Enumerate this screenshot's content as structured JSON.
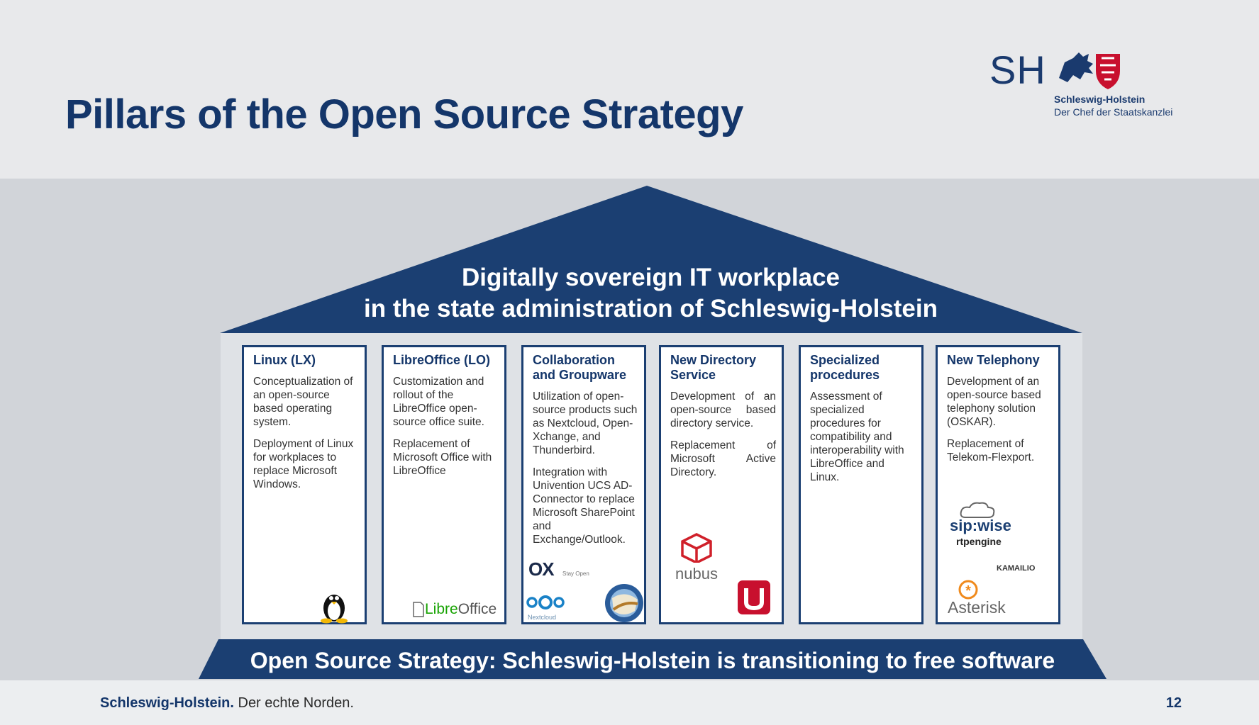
{
  "title": "Pillars of the Open Source Strategy",
  "logo": {
    "abbr": "SH",
    "line1": "Schleswig-Holstein",
    "line2": "Der Chef der Staatskanzlei"
  },
  "roof": {
    "line1": "Digitally sovereign IT workplace",
    "line2": "in the state administration of Schleswig-Holstein"
  },
  "pillars": [
    {
      "heading": "Linux (LX)",
      "p1": "Conceptualization of an open-source based operating system.",
      "p2": "Deployment of Linux for workplaces to replace Microsoft Windows."
    },
    {
      "heading": "LibreOffice (LO)",
      "p1": "Customization and rollout of the LibreOffice open-source office suite.",
      "p2": "Replacement of Microsoft Office with LibreOffice"
    },
    {
      "heading": "Collaboration and Groupware",
      "p1": "Utilization of open-source products such as Nextcloud, Open-Xchange, and Thunderbird.",
      "p2": "Integration with Univention UCS AD-Connector to replace Microsoft SharePoint and Exchange/Outlook."
    },
    {
      "heading": "New Directory Service",
      "p1": "Development of an open-source based directory service.",
      "p2": "Replacement of Microsoft Active Directory."
    },
    {
      "heading": "Specialized procedures",
      "p1": "Assessment of specialized procedures for compatibility and interoperability with LibreOffice and Linux.",
      "p2": ""
    },
    {
      "heading": "New Telephony",
      "p1": "Development of an open-source based telephony solution (OSKAR).",
      "p2": "Replacement of Telekom-Flexport."
    }
  ],
  "logos": {
    "libreoffice_a": "Libre",
    "libreoffice_b": "Office",
    "ox": "OX",
    "ox_tag": "Stay Open",
    "nextcloud": "Nextcloud",
    "nubus": "nubus",
    "sipwise": "sip:wise",
    "rtpengine": "rtpengine",
    "kamailio": "KAMAILIO",
    "asterisk": "Asterisk"
  },
  "base": "Open Source Strategy: Schleswig-Holstein is transitioning to free software",
  "footer": {
    "brand": "Schleswig-Holstein.",
    "slogan": " Der echte Norden.",
    "page": "12"
  },
  "colors": {
    "navy": "#1b3f72",
    "title": "#14366a",
    "band": "#d1d4d9"
  }
}
